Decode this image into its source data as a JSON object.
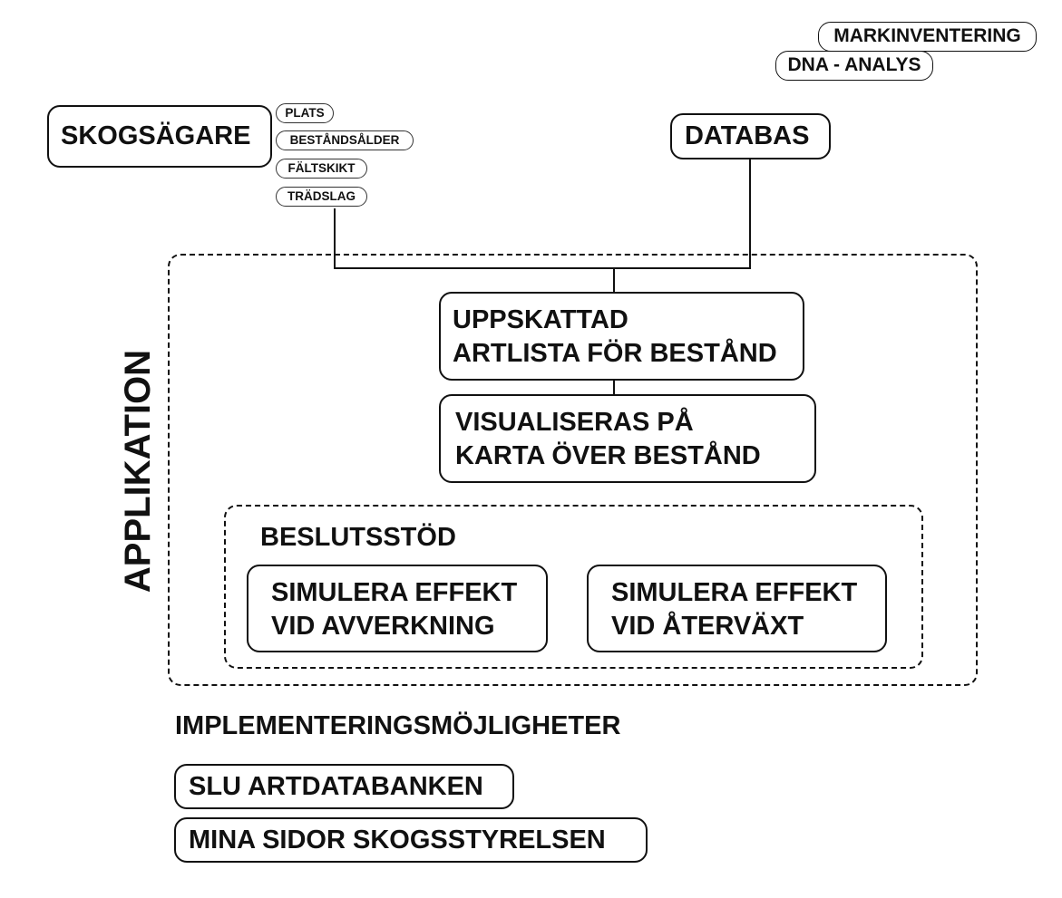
{
  "external": {
    "tags": [
      "MARKINVENTERING",
      "DNA - ANALYS"
    ]
  },
  "inputs": {
    "forest_owner": "SKOGSÄGARE",
    "forest_owner_attributes": [
      "PLATS",
      "BESTÅNDSÅLDER",
      "FÄLTSKIKT",
      "TRÄDSLAG"
    ],
    "database": "DATABAS"
  },
  "application": {
    "label": "APPLIKATION",
    "estimated_species_list": [
      "UPPSKATTAD",
      "ARTLISTA FÖR BESTÅND"
    ],
    "map_visualization": [
      "VISUALISERAS PÅ",
      "KARTA ÖVER BESTÅND"
    ],
    "decision_support": {
      "label": "BESLUTSSTÖD",
      "harvest_simulation": [
        "SIMULERA EFFEKT",
        "VID AVVERKNING"
      ],
      "regrowth_simulation": [
        "SIMULERA EFFEKT",
        "VID ÅTERVÄXT"
      ]
    }
  },
  "implementation": {
    "heading": "IMPLEMENTERINGSMÖJLIGHETER",
    "options": [
      "SLU ARTDATABANKEN",
      "MINA SIDOR SKOGSSTYRELSEN"
    ]
  }
}
